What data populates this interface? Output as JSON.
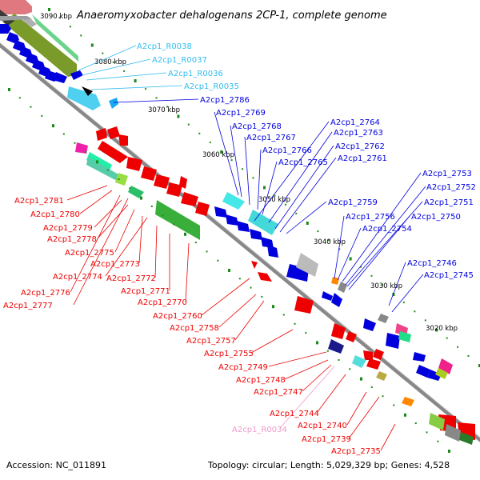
{
  "title": "Anaeromyxobacter dehalogenans 2CP-1, complete genome",
  "footer": {
    "accession": "Accession: NC_011891",
    "summary": "Topology: circular; Length: 5,029,329 bp; Genes: 4,528"
  },
  "colors": {
    "background": "#ffffff",
    "backbone": "#8c8c8c",
    "forward_gene": "#0000dd",
    "reverse_gene": "#ee0000",
    "rna_label": "#33bbee",
    "pseudo_label": "#ee99cc",
    "tick": "#1a8a1a"
  },
  "scale_labels": [
    "3090 kbp",
    "3080 kbp",
    "3070 kbp",
    "3060 kbp",
    "3050 kbp",
    "3040 kbp",
    "3030 kbp",
    "3020 kbp"
  ],
  "gene_labels": {
    "forward": [
      "A2cp1_2786",
      "A2cp1_2769",
      "A2cp1_2768",
      "A2cp1_2767",
      "A2cp1_2766",
      "A2cp1_2765",
      "A2cp1_2764",
      "A2cp1_2763",
      "A2cp1_2762",
      "A2cp1_2761",
      "A2cp1_2759",
      "A2cp1_2756",
      "A2cp1_2754",
      "A2cp1_2753",
      "A2cp1_2752",
      "A2cp1_2751",
      "A2cp1_2750",
      "A2cp1_2746",
      "A2cp1_2745"
    ],
    "rna": [
      "A2cp1_R0038",
      "A2cp1_R0037",
      "A2cp1_R0036",
      "A2cp1_R0035"
    ],
    "reverse": [
      "A2cp1_2781",
      "A2cp1_2780",
      "A2cp1_2779",
      "A2cp1_2778",
      "A2cp1_2775",
      "A2cp1_2773",
      "A2cp1_2774",
      "A2cp1_2772",
      "A2cp1_2776",
      "A2cp1_2771",
      "A2cp1_2777",
      "A2cp1_2770",
      "A2cp1_2760",
      "A2cp1_2758",
      "A2cp1_2757",
      "A2cp1_2755",
      "A2cp1_2749",
      "A2cp1_2748",
      "A2cp1_2747",
      "A2cp1_2744",
      "A2cp1_2740",
      "A2cp1_2739",
      "A2cp1_2735"
    ],
    "pseudo": [
      "A2cp1_R0034"
    ]
  }
}
